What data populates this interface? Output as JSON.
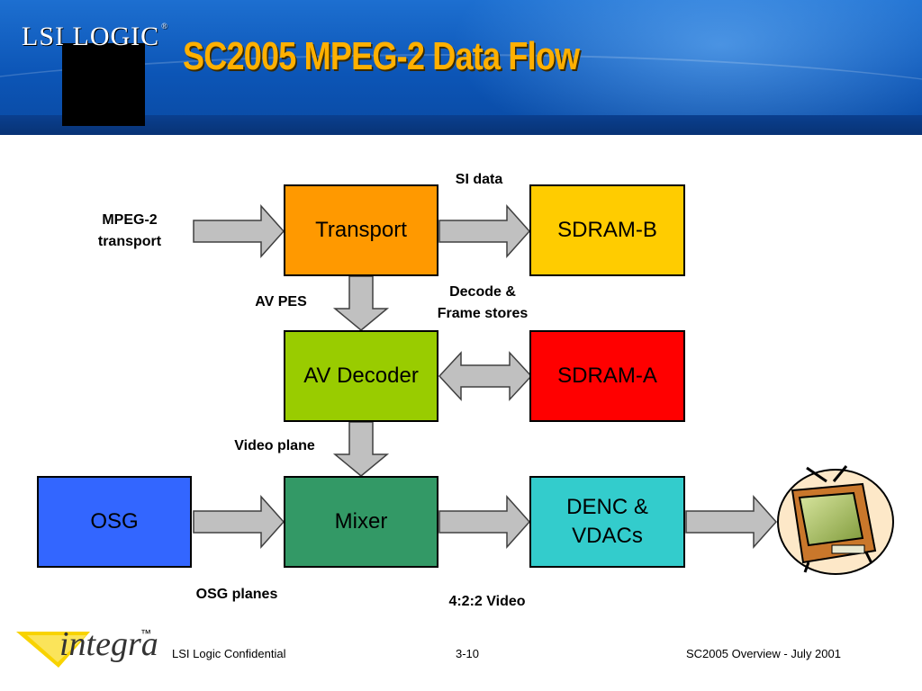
{
  "header": {
    "title": "SC2005 MPEG-2 Data Flow",
    "logo_text": "LSI LOGIC",
    "logo_reg": "®"
  },
  "diagram": {
    "blocks": {
      "transport": {
        "label": "Transport",
        "color": "#ff9900"
      },
      "sdram_b": {
        "label": "SDRAM-B",
        "color": "#ffcc00"
      },
      "av_decoder": {
        "label": "AV Decoder",
        "color": "#99cc00"
      },
      "sdram_a": {
        "label": "SDRAM-A",
        "color": "#ff0000"
      },
      "osg": {
        "label": "OSG",
        "color": "#3366ff"
      },
      "mixer": {
        "label": "Mixer",
        "color": "#339966"
      },
      "denc": {
        "label_line1": "DENC &",
        "label_line2": "VDACs",
        "color": "#33cccc"
      }
    },
    "labels": {
      "mpeg2_line1": "MPEG-2",
      "mpeg2_line2": "transport",
      "si_data": "SI data",
      "av_pes": "AV PES",
      "decode_line1": "Decode &",
      "decode_line2": "Frame stores",
      "video_plane": "Video plane",
      "osg_planes": "OSG planes",
      "video_422": "4:2:2 Video"
    },
    "arrow_color": "#c0c0c0"
  },
  "footer": {
    "brand": "integra",
    "tm": "™",
    "confidential": "LSI Logic Confidential",
    "page": "3-10",
    "doc": "SC2005 Overview - July 2001"
  }
}
